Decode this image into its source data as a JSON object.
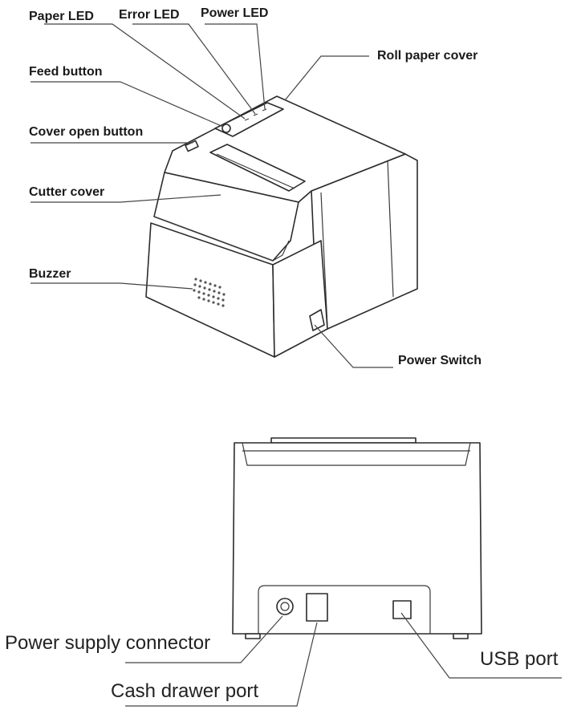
{
  "top_view": {
    "labels": {
      "paper_led": "Paper LED",
      "error_led": "Error LED",
      "power_led": "Power LED",
      "roll_paper_cover": "Roll paper cover",
      "feed_button": "Feed button",
      "cover_open_button": "Cover open button",
      "cutter_cover": "Cutter cover",
      "buzzer": "Buzzer",
      "power_switch": "Power Switch"
    }
  },
  "rear_view": {
    "labels": {
      "power_supply_connector": "Power supply connector",
      "cash_drawer_port": "Cash drawer port",
      "usb_port": "USB port"
    }
  }
}
